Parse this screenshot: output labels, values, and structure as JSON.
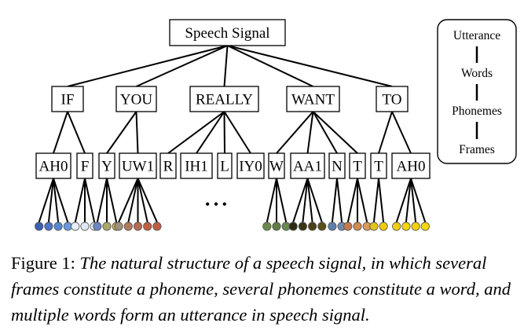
{
  "root": {
    "label": "Speech Signal"
  },
  "words": [
    {
      "label": "IF"
    },
    {
      "label": "YOU"
    },
    {
      "label": "REALLY"
    },
    {
      "label": "WANT"
    },
    {
      "label": "TO"
    }
  ],
  "phonemes": [
    {
      "label": "AH0",
      "word": 0,
      "frames": [
        "#3a5fb0",
        "#4a74c6",
        "#5586d2",
        "#6a96da"
      ]
    },
    {
      "label": "F",
      "word": 0,
      "frames": [
        "#e8eef8",
        "#dfe7f5",
        "#e9eff9"
      ]
    },
    {
      "label": "Y",
      "word": 1,
      "frames": [
        "#6b86c2",
        "#a9a86a",
        "#c8b048"
      ]
    },
    {
      "label": "UW1",
      "word": 1,
      "frames": [
        "#a0907a",
        "#b07a5a",
        "#b86a50",
        "#c06040",
        "#c25d3e"
      ]
    },
    {
      "label": "R",
      "word": 2,
      "frames": []
    },
    {
      "label": "IH1",
      "word": 2,
      "frames": []
    },
    {
      "label": "L",
      "word": 2,
      "frames": []
    },
    {
      "label": "IY0",
      "word": 2,
      "frames": []
    },
    {
      "label": "W",
      "word": 3,
      "frames": [
        "#6b8a4a",
        "#5f7e42",
        "#6a8a50"
      ]
    },
    {
      "label": "AA1",
      "word": 3,
      "frames": [
        "#2e2a12",
        "#3a3316",
        "#4a4018",
        "#5a4e1a"
      ]
    },
    {
      "label": "N",
      "word": 3,
      "frames": [
        "#5f7fa8",
        "#6d8bb0"
      ]
    },
    {
      "label": "T",
      "word": 3,
      "frames": [
        "#c77a4a",
        "#d08a50",
        "#d99a5a"
      ]
    },
    {
      "label": "T",
      "word": 4,
      "frames": [
        "#e3c21a",
        "#ecca12"
      ]
    },
    {
      "label": "AH0",
      "word": 4,
      "frames": [
        "#f0d010",
        "#f4d60c",
        "#f2d20e",
        "#f5d80a"
      ]
    }
  ],
  "ellipsis": "• • •",
  "legend": {
    "levels": [
      "Utterance",
      "Words",
      "Phonemes",
      "Frames"
    ]
  },
  "caption": {
    "lead": "Figure 1: ",
    "body": "The natural structure of a speech signal, in which several frames constitute a phoneme, several phonemes constitute a word, and multiple words form an utterance in speech signal."
  }
}
